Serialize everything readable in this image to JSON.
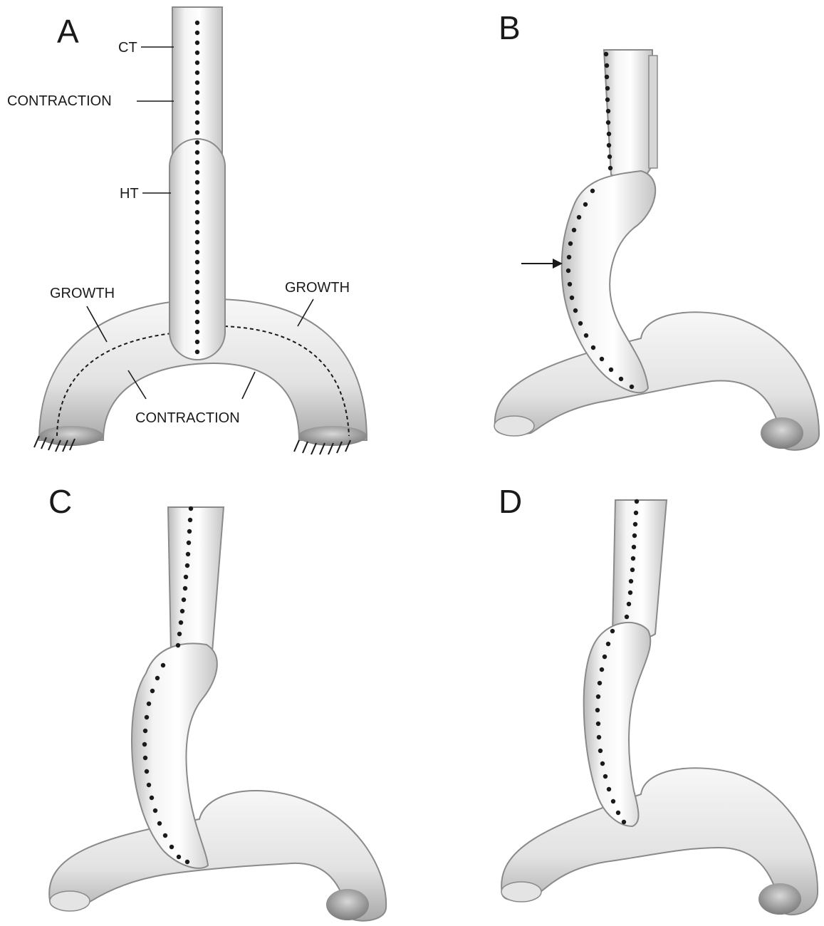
{
  "panels": [
    {
      "letter": "A"
    },
    {
      "letter": "B"
    },
    {
      "letter": "C"
    },
    {
      "letter": "D"
    }
  ],
  "panel_a_labels": {
    "ct": "CT",
    "contraction_top": "CONTRACTION",
    "ht": "HT",
    "growth_left": "GROWTH",
    "growth_right": "GROWTH",
    "contraction_bottom": "CONTRACTION"
  },
  "colors": {
    "tube_light": "#ffffff",
    "tube_mid": "#e6e6e6",
    "tube_shadow": "#9a9a9a",
    "ink": "#1a1a1a"
  }
}
